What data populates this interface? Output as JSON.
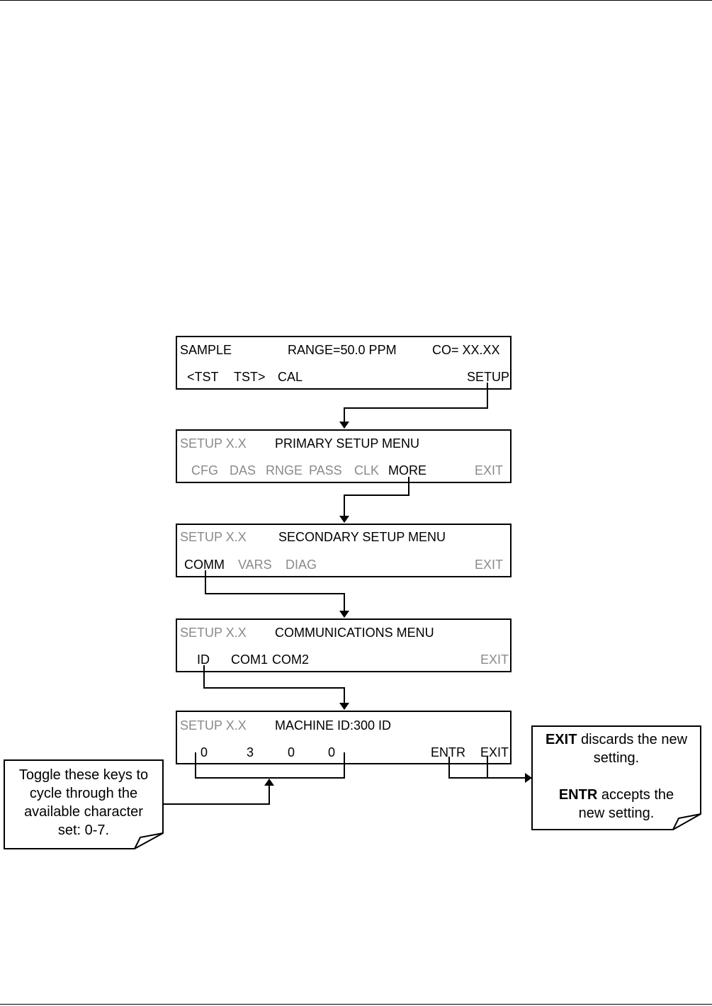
{
  "screens": [
    {
      "top": [
        "SAMPLE",
        "RANGE=50.0 PPM",
        "CO= XX.XX"
      ],
      "keys": [
        "<TST",
        "TST>",
        "CAL",
        "SETUP"
      ]
    },
    {
      "mode": "SETUP X.X",
      "title": "PRIMARY SETUP MENU",
      "keys": [
        "CFG",
        "DAS",
        "RNGE",
        "PASS",
        "CLK",
        "MORE",
        "EXIT"
      ]
    },
    {
      "mode": "SETUP X.X",
      "title": "SECONDARY SETUP MENU",
      "keys": [
        "COMM",
        "VARS",
        "DIAG",
        "EXIT"
      ]
    },
    {
      "mode": "SETUP X.X",
      "title": "COMMUNICATIONS MENU",
      "keys": [
        "ID",
        "COM1",
        "COM2",
        "EXIT"
      ]
    },
    {
      "mode": "SETUP X.X",
      "title": "MACHINE ID:300 ID",
      "keys": [
        "0",
        "3",
        "0",
        "0",
        "ENTR",
        "EXIT"
      ]
    }
  ],
  "notes": {
    "toggle": [
      "Toggle these keys to",
      "cycle through the",
      "available character",
      "set:  0-7."
    ],
    "exit_entr": {
      "exit_key": "EXIT",
      "exit_text": " discards the new",
      "exit_text2": "setting.",
      "entr_key": "ENTR",
      "entr_text": " accepts the",
      "entr_text2": "new setting."
    }
  }
}
